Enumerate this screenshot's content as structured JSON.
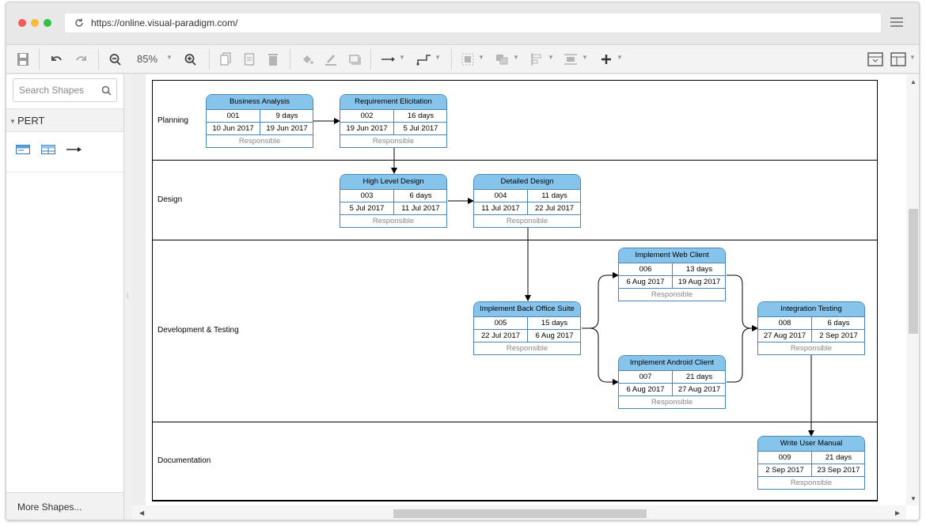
{
  "browser": {
    "url": "https://online.visual-paradigm.com/",
    "dots": [
      "#f25b57",
      "#f6bd34",
      "#2fc244"
    ]
  },
  "toolbar": {
    "zoom": "85%"
  },
  "sidebar": {
    "search_placeholder": "Search Shapes",
    "category": "PERT",
    "more_shapes": "More Shapes..."
  },
  "lanes": [
    {
      "name": "Planning"
    },
    {
      "name": "Design"
    },
    {
      "name": "Development & Testing"
    },
    {
      "name": "Documentation"
    }
  ],
  "tasks": [
    {
      "name": "Business Analysis",
      "id": "001",
      "duration": "9 days",
      "start": "10 Jun 2017",
      "end": "19 Jun 2017",
      "responsible": "Responsible"
    },
    {
      "name": "Requirement Elicitation",
      "id": "002",
      "duration": "16 days",
      "start": "19 Jun 2017",
      "end": "5 Jul 2017",
      "responsible": "Responsible"
    },
    {
      "name": "High Level Design",
      "id": "003",
      "duration": "6 days",
      "start": "5 Jul 2017",
      "end": "11 Jul 2017",
      "responsible": "Responsible"
    },
    {
      "name": "Detailed Design",
      "id": "004",
      "duration": "11 days",
      "start": "11 Jul 2017",
      "end": "22 Jul 2017",
      "responsible": "Responsible"
    },
    {
      "name": "Implement Back Office Suite",
      "id": "005",
      "duration": "15 days",
      "start": "22 Jul 2017",
      "end": "6 Aug 2017",
      "responsible": "Responsible"
    },
    {
      "name": "Implement Web Client",
      "id": "006",
      "duration": "13 days",
      "start": "6 Aug 2017",
      "end": "19 Aug 2017",
      "responsible": "Responsible"
    },
    {
      "name": "Implement Android Client",
      "id": "007",
      "duration": "21 days",
      "start": "6 Aug 2017",
      "end": "27 Aug 2017",
      "responsible": "Responsible"
    },
    {
      "name": "Integration Testing",
      "id": "008",
      "duration": "6 days",
      "start": "27 Aug 2017",
      "end": "2 Sep 2017",
      "responsible": "Responsible"
    },
    {
      "name": "Write User Manual",
      "id": "009",
      "duration": "21 days",
      "start": "2 Sep 2017",
      "end": "23 Sep 2017",
      "responsible": "Responsible"
    }
  ]
}
